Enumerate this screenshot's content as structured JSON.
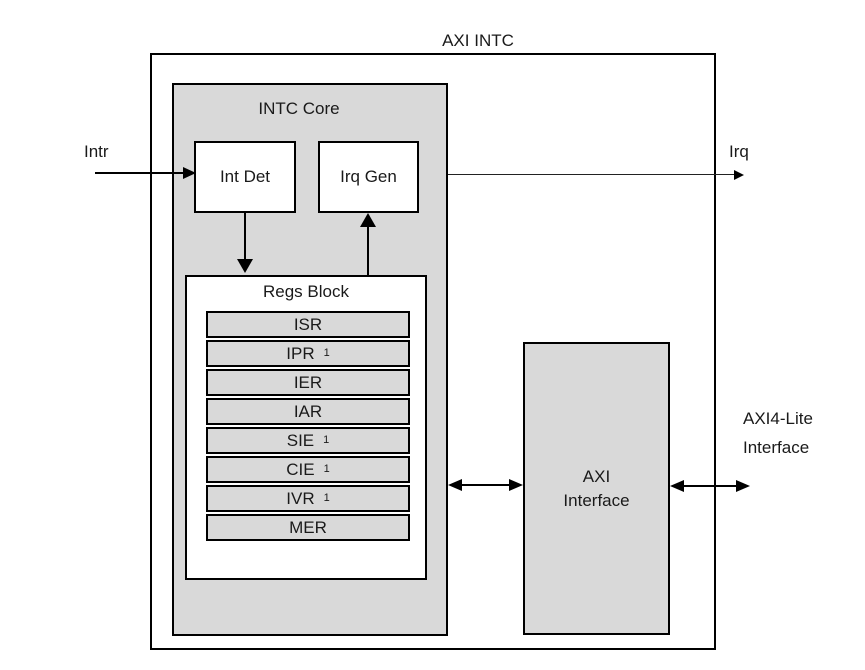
{
  "diagram": {
    "title": "AXI INTC",
    "intc_core": {
      "label": "INTC Core",
      "int_det_label": "Int Det",
      "irq_gen_label": "Irq Gen",
      "regs_block": {
        "label": "Regs Block",
        "registers": [
          {
            "name": "ISR",
            "sup": ""
          },
          {
            "name": "IPR",
            "sup": "1"
          },
          {
            "name": "IER",
            "sup": ""
          },
          {
            "name": "IAR",
            "sup": ""
          },
          {
            "name": "SIE",
            "sup": "1"
          },
          {
            "name": "CIE",
            "sup": "1"
          },
          {
            "name": "IVR",
            "sup": "1"
          },
          {
            "name": "MER",
            "sup": ""
          }
        ]
      }
    },
    "axi_interface": {
      "label_line1": "AXI",
      "label_line2": "Interface"
    },
    "signals": {
      "input_label": "Intr",
      "output_label": "Irq"
    },
    "external_interface": {
      "line1": "AXI4-Lite",
      "line2": "Interface"
    },
    "colors": {
      "box_fill": "#d9d9d9",
      "border": "#000000",
      "text": "#1a1a1a",
      "background": "#ffffff"
    }
  }
}
